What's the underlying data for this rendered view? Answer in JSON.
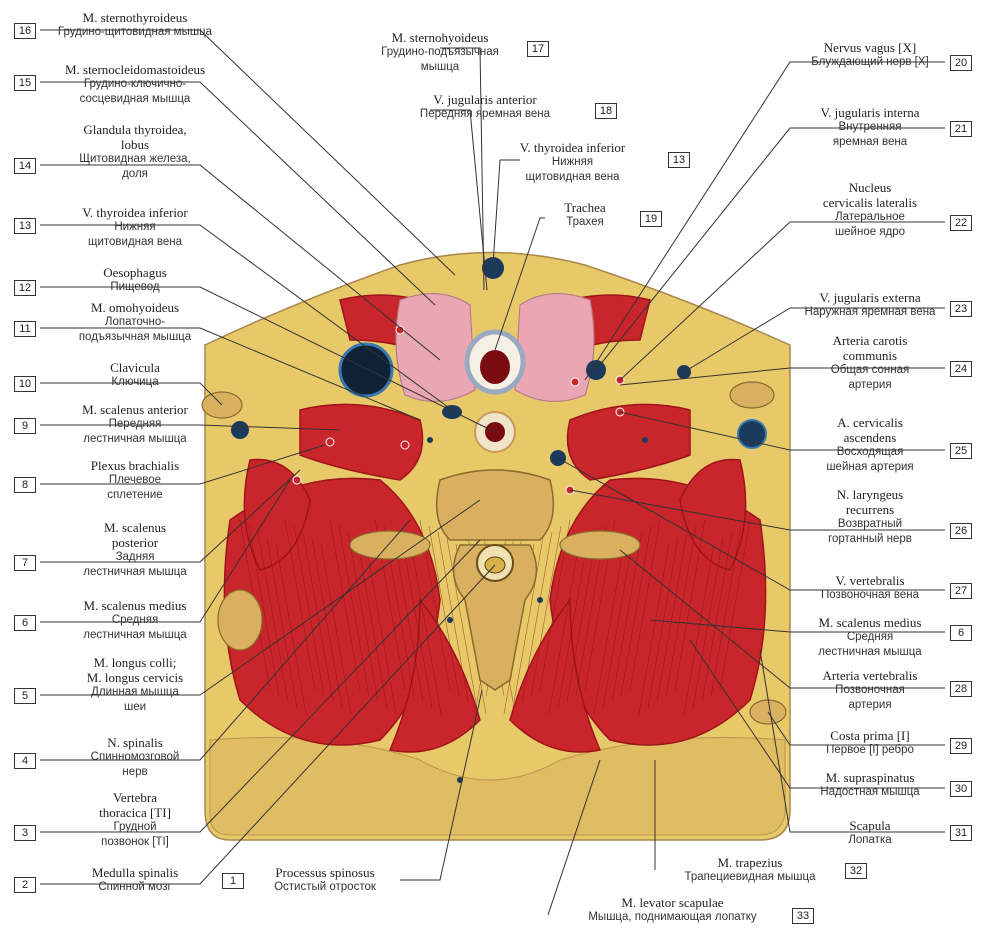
{
  "labels_left": [
    {
      "num": "16",
      "lat": "M. sternothyroideus",
      "rus": "Грудино-щитовидная мышца"
    },
    {
      "num": "15",
      "lat": "M. sternocleidomastoideus",
      "rus": [
        "Грудино-ключично-",
        "сосцевидная мышца"
      ]
    },
    {
      "num": "14",
      "lat": [
        "Glandula thyroidea,",
        "lobus"
      ],
      "rus": [
        "Щитовидная железа,",
        "доля"
      ]
    },
    {
      "num": "13",
      "lat": "V. thyroidea inferior",
      "rus": [
        "Нижняя",
        "щитовидная вена"
      ]
    },
    {
      "num": "12",
      "lat": "Oesophagus",
      "rus": "Пищевод"
    },
    {
      "num": "11",
      "lat": "M. omohyoideus",
      "rus": [
        "Лопаточно-",
        "подъязычная мышца"
      ]
    },
    {
      "num": "10",
      "lat": "Clavicula",
      "rus": "Ключица"
    },
    {
      "num": "9",
      "lat": "M. scalenus anterior",
      "rus": [
        "Передняя",
        "лестничная мышца"
      ]
    },
    {
      "num": "8",
      "lat": "Plexus brachialis",
      "rus": [
        "Плечевое",
        "сплетение"
      ]
    },
    {
      "num": "7",
      "lat": [
        "M. scalenus",
        "posterior"
      ],
      "rus": [
        "Задняя",
        "лестничная мышца"
      ]
    },
    {
      "num": "6",
      "lat": "M. scalenus medius",
      "rus": [
        "Средняя",
        "лестничная мышца"
      ]
    },
    {
      "num": "5",
      "lat": [
        "M. longus colli;",
        "M. longus cervicis"
      ],
      "rus": [
        "Длинная мышца",
        "шеи"
      ]
    },
    {
      "num": "4",
      "lat": "N. spinalis",
      "rus": [
        "Спинномозговой",
        "нерв"
      ]
    },
    {
      "num": "3",
      "lat": [
        "Vertebra",
        "thoracica [TI]"
      ],
      "rus": [
        "Грудной",
        "позвонок [TI]"
      ]
    },
    {
      "num": "2",
      "lat": "Medulla spinalis",
      "rus": "Спинной мозг"
    }
  ],
  "labels_top": [
    {
      "num": "17",
      "lat": "M. sternohyoideus",
      "rus": [
        "Грудино-подъязычная",
        "мышца"
      ]
    },
    {
      "num": "18",
      "lat": "V. jugularis anterior",
      "rus": "Передняя яремная вена"
    },
    {
      "num": "13",
      "lat": "V. thyroidea inferior",
      "rus": [
        "Нижняя",
        "щитовидная вена"
      ]
    },
    {
      "num": "19",
      "lat": "Trachea",
      "rus": "Трахея"
    }
  ],
  "labels_right": [
    {
      "num": "20",
      "lat": "Nervus vagus [X]",
      "rus": "Блуждающий нерв [X]"
    },
    {
      "num": "21",
      "lat": "V. jugularis interna",
      "rus": [
        "Внутренняя",
        "яремная вена"
      ]
    },
    {
      "num": "22",
      "lat": [
        "Nucleus",
        "cervicalis lateralis"
      ],
      "rus": [
        "Латеральное",
        "шейное ядро"
      ]
    },
    {
      "num": "23",
      "lat": "V. jugularis externa",
      "rus": "Наружная яремная вена"
    },
    {
      "num": "24",
      "lat": [
        "Arteria carotis",
        "communis"
      ],
      "rus": [
        "Общая сонная",
        "артерия"
      ]
    },
    {
      "num": "25",
      "lat": [
        "A. cervicalis",
        "ascendens"
      ],
      "rus": [
        "Восходящая",
        "шейная артерия"
      ]
    },
    {
      "num": "26",
      "lat": [
        "N. laryngeus",
        "recurrens"
      ],
      "rus": [
        "Возвратный",
        "гортанный нерв"
      ]
    },
    {
      "num": "27",
      "lat": "V. vertebralis",
      "rus": "Позвоночная вена"
    },
    {
      "num": "6",
      "lat": "M. scalenus medius",
      "rus": [
        "Средняя",
        "лестничная мышца"
      ]
    },
    {
      "num": "28",
      "lat": "Arteria vertebralis",
      "rus": [
        "Позвоночная",
        "артерия"
      ]
    },
    {
      "num": "29",
      "lat": "Costa prima [I]",
      "rus": "Первое [I] ребро"
    },
    {
      "num": "30",
      "lat": "M. supraspinatus",
      "rus": "Надостная мышца"
    },
    {
      "num": "31",
      "lat": "Scapula",
      "rus": "Лопатка"
    }
  ],
  "labels_bottom": [
    {
      "num": "1",
      "lat": "Processus spinosus",
      "rus": "Остистый отросток"
    },
    {
      "num": "32",
      "lat": "M. trapezius",
      "rus": "Трапециевидная мышца"
    },
    {
      "num": "33",
      "lat": "M. levator scapulae",
      "rus": "Мышца, поднимающая лопатку"
    }
  ],
  "colors": {
    "fat": "#e8c96a",
    "muscle": "#c8262a",
    "muscle_dark": "#9e1418",
    "thyroid": "#e9a7b3",
    "vein": "#1b3a5c",
    "bone": "#d9b060",
    "line": "#333333",
    "fascia": "#f3e6c4"
  }
}
